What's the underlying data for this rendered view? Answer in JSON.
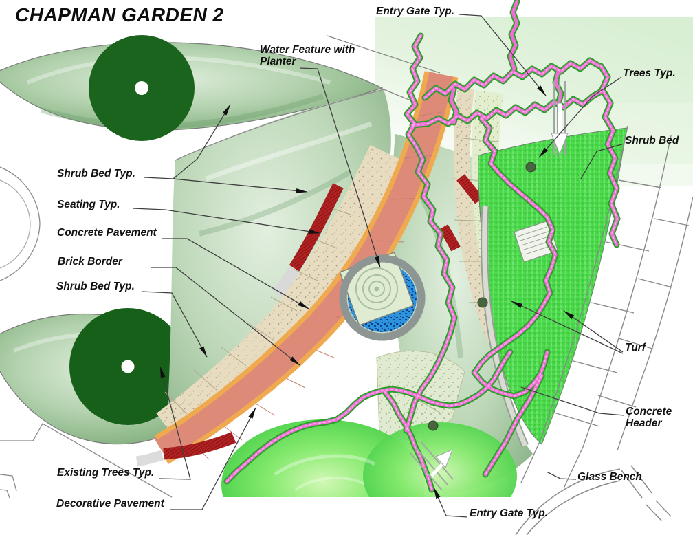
{
  "title": "CHAPMAN GARDEN 2",
  "callouts": {
    "entry_gate_top": "Entry Gate Typ.",
    "water_feature": "Water Feature with Planter",
    "trees": "Trees Typ.",
    "shrub_bed": "Shrub Bed",
    "shrub_bed_typ_upper": "Shrub Bed Typ.",
    "seating": "Seating Typ.",
    "concrete_pavement": "Concrete Pavement",
    "brick_border": "Brick Border",
    "shrub_bed_typ_lower": "Shrub Bed Typ.",
    "turf": "Turf",
    "concrete_header": "Concrete Header",
    "existing_trees": "Existing Trees Typ.",
    "decorative_pavement": "Decorative Pavement",
    "glass_bench": "Glass Bench",
    "entry_gate_bottom": "Entry Gate Typ."
  },
  "palette": {
    "path_salmon": "#dd8a78",
    "brick_orange": "#efa94e",
    "pavement_tan": "#e7dcc0",
    "seat_red": "#b32222",
    "water_blue": "#2a8fd8",
    "turf_green": "#52dd52",
    "shrub_pink": "#ef6ed5",
    "shrub_outline_green": "#27a127",
    "tree_dark_green": "#1a641d",
    "bed_sage": "#9cc298",
    "ring_gray": "#8d9692"
  }
}
